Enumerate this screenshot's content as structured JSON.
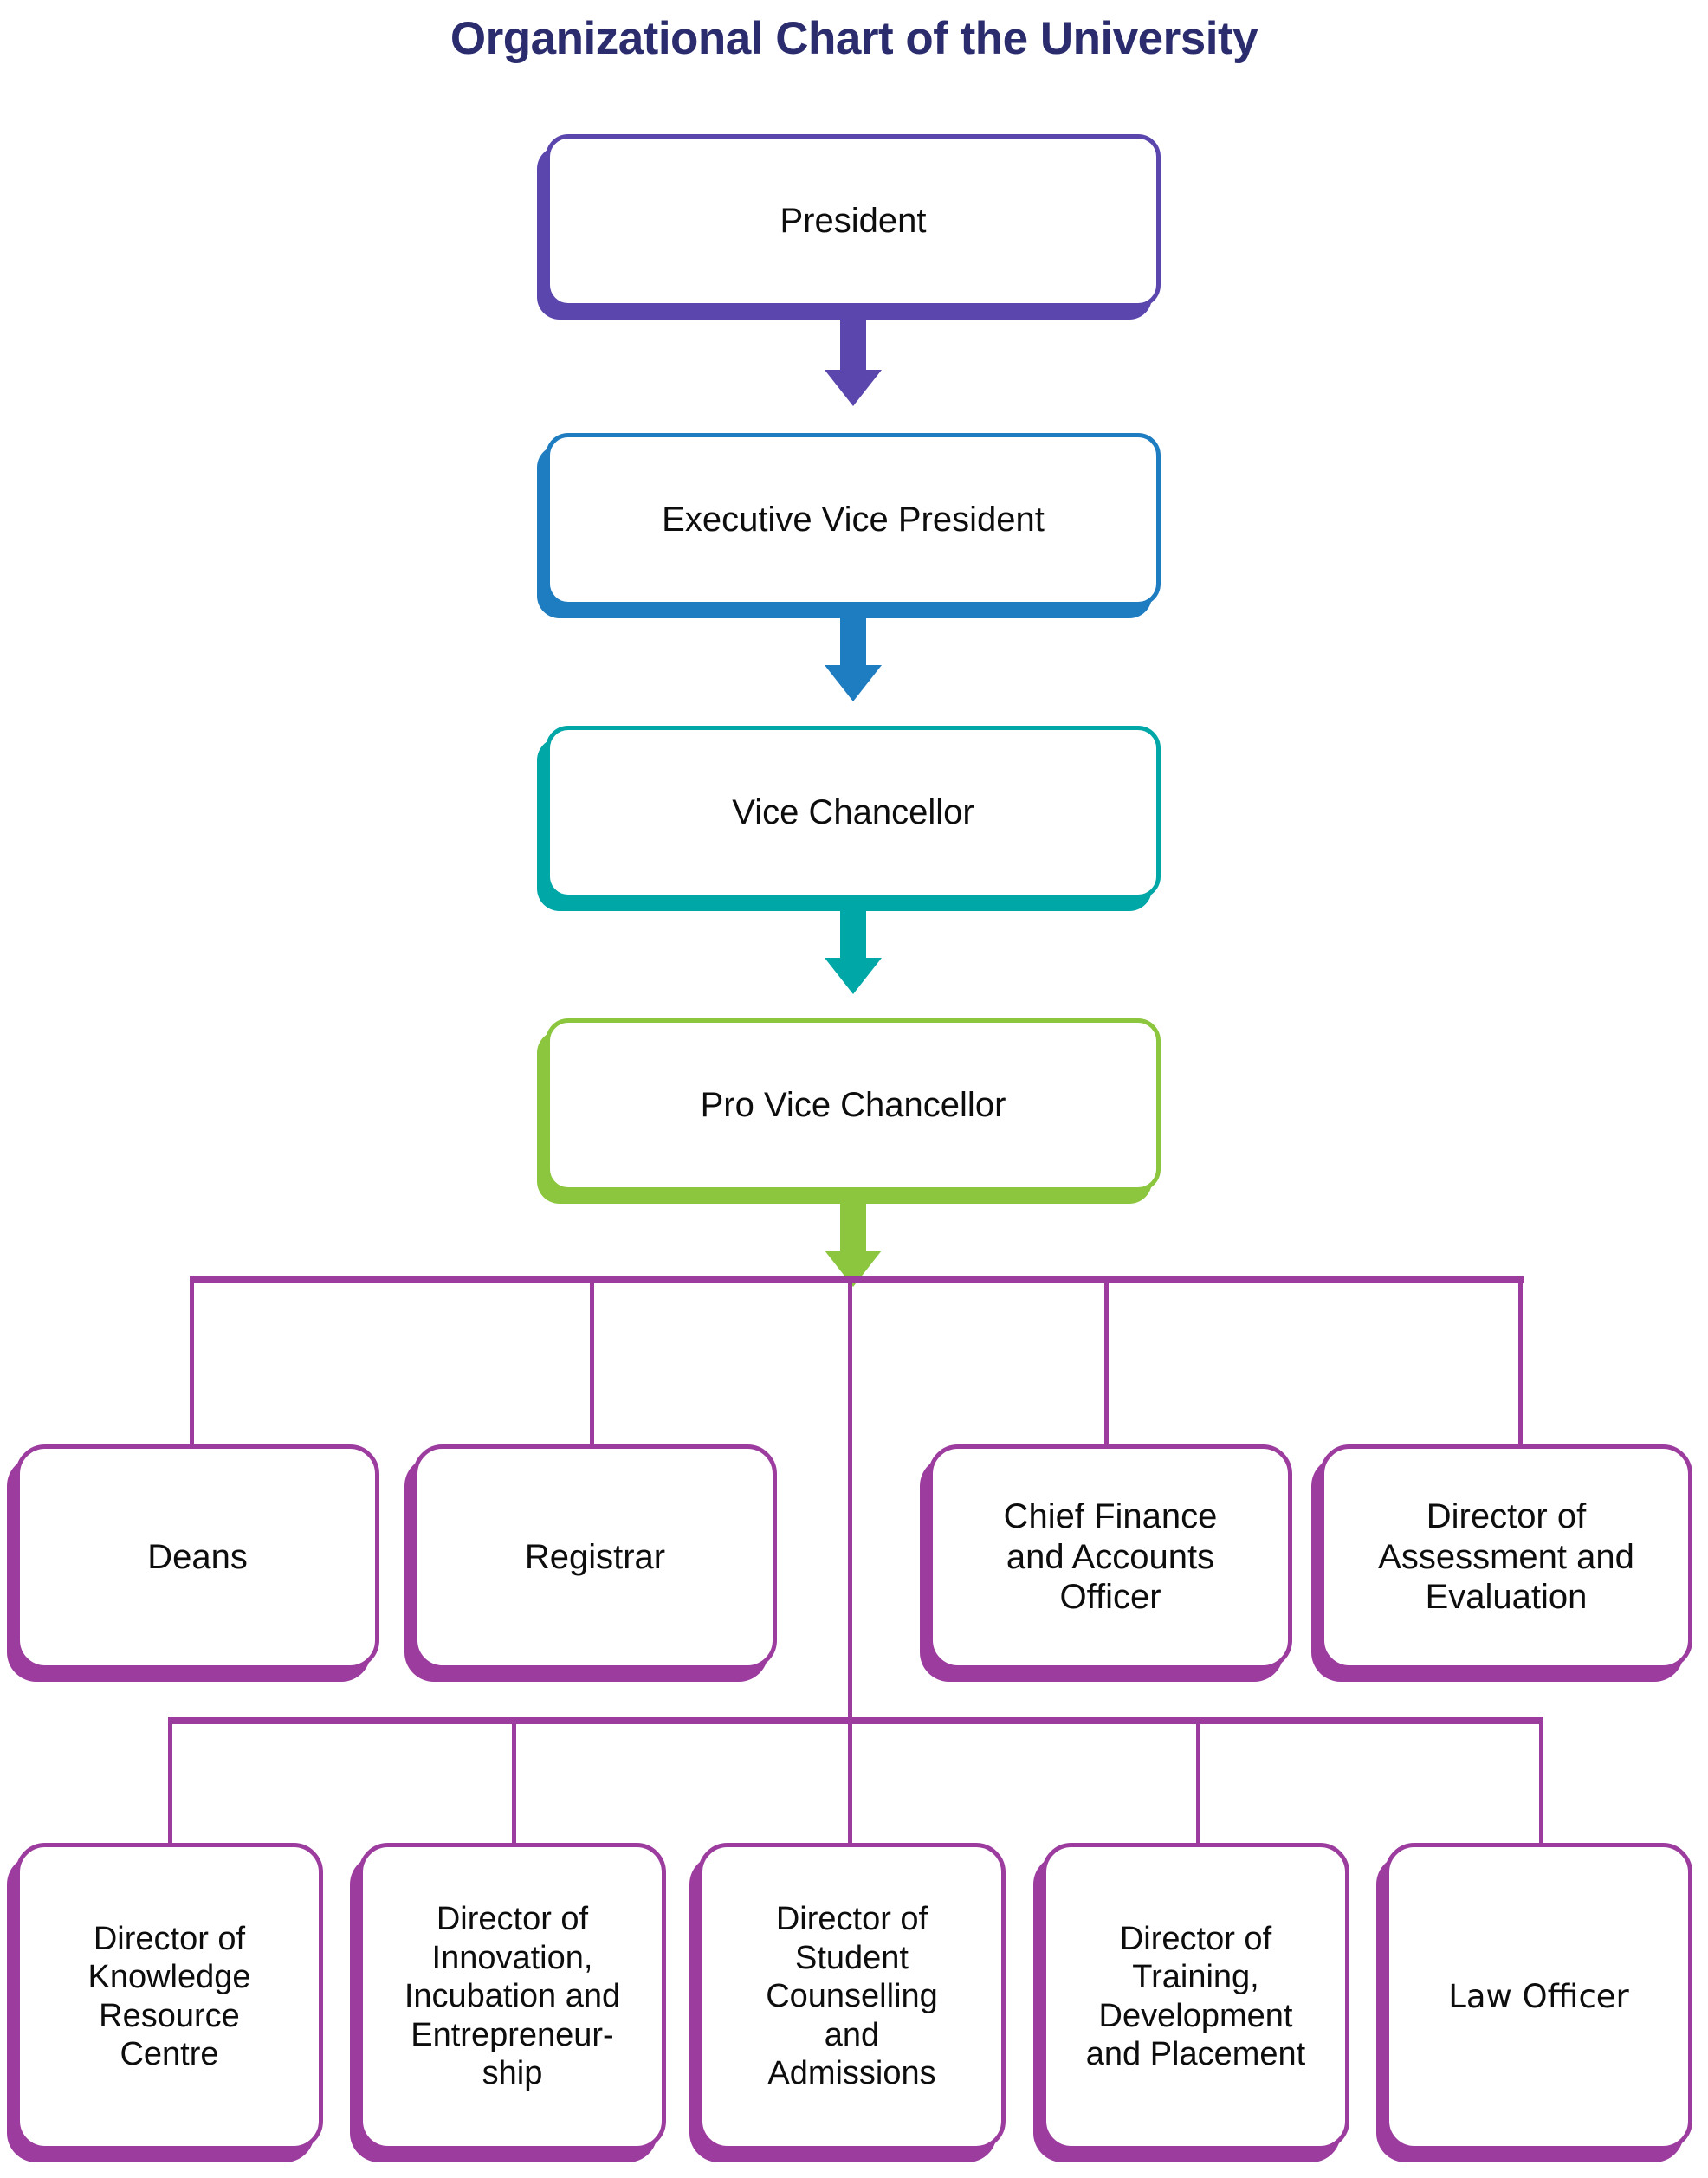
{
  "title": "Organizational Chart of the University",
  "colors": {
    "title": "#2B2C6E",
    "president": "#5B46AE",
    "executive_vice_president": "#1E7CC0",
    "vice_chancellor": "#00A7A7",
    "pro_vice_chancellor": "#8CC63E",
    "purple": "#9B3C9E",
    "text": "#0D0D0D",
    "card_fill": "#FFFFFF",
    "background": "#FFFFFF"
  },
  "chart_data": {
    "type": "diagram",
    "subtype": "organizational-chart",
    "title": "Organizational Chart of the University",
    "levels": [
      {
        "level": 1,
        "nodes": [
          "President"
        ]
      },
      {
        "level": 2,
        "nodes": [
          "Executive Vice President"
        ]
      },
      {
        "level": 3,
        "nodes": [
          "Vice Chancellor"
        ]
      },
      {
        "level": 4,
        "nodes": [
          "Pro Vice Chancellor"
        ]
      },
      {
        "level": 5,
        "nodes": [
          "Deans",
          "Registrar",
          "Chief Finance and Accounts Officer",
          "Director of Assessment and Evaluation"
        ]
      },
      {
        "level": 6,
        "nodes": [
          "Director of Knowledge Resource Centre",
          "Director of Innovation, Incubation and Entrepreneur-ship",
          "Director of Student Counselling and Admissions",
          "Director of Training, Development and Placement",
          "Law Officer"
        ]
      }
    ],
    "edges": [
      {
        "from": "President",
        "to": "Executive Vice President",
        "style": "arrow"
      },
      {
        "from": "Executive Vice President",
        "to": "Vice Chancellor",
        "style": "arrow"
      },
      {
        "from": "Vice Chancellor",
        "to": "Pro Vice Chancellor",
        "style": "arrow"
      },
      {
        "from": "Pro Vice Chancellor",
        "to": "Deans",
        "style": "elbow"
      },
      {
        "from": "Pro Vice Chancellor",
        "to": "Registrar",
        "style": "elbow"
      },
      {
        "from": "Pro Vice Chancellor",
        "to": "Chief Finance and Accounts Officer",
        "style": "elbow"
      },
      {
        "from": "Pro Vice Chancellor",
        "to": "Director of Assessment and Evaluation",
        "style": "elbow"
      },
      {
        "from": "Pro Vice Chancellor",
        "to": "Director of Knowledge Resource Centre",
        "style": "elbow"
      },
      {
        "from": "Pro Vice Chancellor",
        "to": "Director of Innovation, Incubation and Entrepreneur-ship",
        "style": "elbow"
      },
      {
        "from": "Pro Vice Chancellor",
        "to": "Director of Student Counselling and Admissions",
        "style": "elbow"
      },
      {
        "from": "Pro Vice Chancellor",
        "to": "Director of Training, Development and Placement",
        "style": "elbow"
      },
      {
        "from": "Pro Vice Chancellor",
        "to": "Law Officer",
        "style": "elbow"
      }
    ]
  },
  "nodes": {
    "president": {
      "label": "President",
      "color": "#5B46AE"
    },
    "executive_vice_president": {
      "label": "Executive Vice President",
      "color": "#1E7CC0"
    },
    "vice_chancellor": {
      "label": "Vice Chancellor",
      "color": "#00A7A7"
    },
    "pro_vice_chancellor": {
      "label": "Pro Vice Chancellor",
      "color": "#8CC63E"
    },
    "deans": {
      "label": "Deans",
      "color": "#9B3C9E"
    },
    "registrar": {
      "label": "Registrar",
      "color": "#9B3C9E"
    },
    "chief_finance_and_accounts_officer": {
      "label": "Chief Finance\nand Accounts\nOfficer",
      "color": "#9B3C9E"
    },
    "director_of_assessment_and_evaluation": {
      "label": "Director of\nAssessment and\nEvaluation",
      "color": "#9B3C9E"
    },
    "director_of_knowledge_resource_centre": {
      "label": "Director of\nKnowledge\nResource\nCentre",
      "color": "#9B3C9E"
    },
    "director_of_innovation_incubation_and_entrepreneurship": {
      "label": "Director of\nInnovation,\nIncubation and\nEntrepreneur-\nship",
      "color": "#9B3C9E"
    },
    "director_of_student_counselling_and_admissions": {
      "label": "Director of\nStudent\nCounselling\nand\nAdmissions",
      "color": "#9B3C9E"
    },
    "director_of_training_development_and_placement": {
      "label": "Director of\nTraining,\nDevelopment\nand Placement",
      "color": "#9B3C9E"
    },
    "law_officer": {
      "label": "Law Officer",
      "color": "#9B3C9E"
    }
  }
}
